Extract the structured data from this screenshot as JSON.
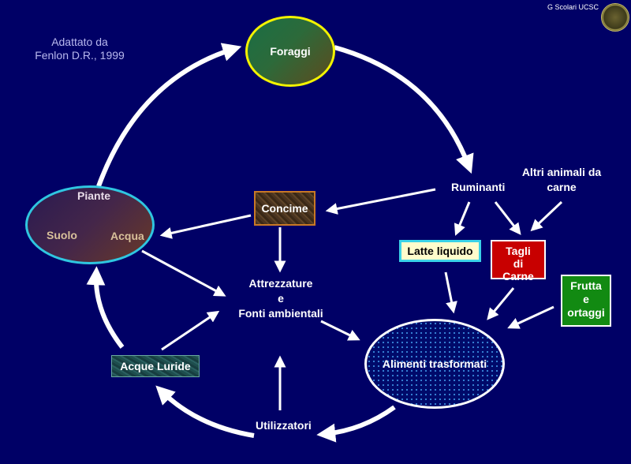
{
  "credit": {
    "line1": "Adattato da",
    "line2": "Fenlon D.R., 1999"
  },
  "signature": "G Scolari UCSC",
  "logo_icon": "university-seal-icon",
  "nodes": {
    "foraggi": "Foraggi",
    "piante": "Piante",
    "suolo": "Suolo",
    "acqua": "Acqua",
    "concime": "Concime",
    "ruminanti": "Ruminanti",
    "altri_animali": {
      "line1": "Altri animali da",
      "line2": "carne"
    },
    "latte_liquido": "Latte liquido",
    "tagli_di_carne": {
      "line1": "Tagli",
      "line2": "di",
      "line3": "Carne"
    },
    "frutta_ortaggi": {
      "line1": "Frutta",
      "line2": "e",
      "line3": "ortaggi"
    },
    "attrezzature": {
      "line1": "Attrezzature",
      "line2": "e",
      "line3": "Fonti ambientali"
    },
    "alimenti_trasformati": "Alimenti trasformati",
    "acque_luride": "Acque Luride",
    "utilizzatori": "Utilizzatori"
  },
  "colors": {
    "background": "#000066",
    "foraggi_border": "#f2f200",
    "piante_border": "#2fc6e0",
    "concime_border": "#c87826",
    "latte_fill": "#fffccc",
    "latte_border": "#3ad2e8",
    "tagli_fill": "#c80000",
    "frutta_fill": "#128a12",
    "arrow": "#ffffff"
  },
  "edges": [
    {
      "from": "Piante",
      "to": "Foraggi"
    },
    {
      "from": "Foraggi",
      "to": "Ruminanti"
    },
    {
      "from": "Ruminanti",
      "to": "Concime"
    },
    {
      "from": "Concime",
      "to": "Piante"
    },
    {
      "from": "Concime",
      "to": "Attrezzature e Fonti ambientali"
    },
    {
      "from": "Piante",
      "to": "Attrezzature e Fonti ambientali"
    },
    {
      "from": "Acque Luride",
      "to": "Attrezzature e Fonti ambientali"
    },
    {
      "from": "Attrezzature e Fonti ambientali",
      "to": "Alimenti trasformati"
    },
    {
      "from": "Ruminanti",
      "to": "Latte liquido"
    },
    {
      "from": "Ruminanti",
      "to": "Tagli di Carne"
    },
    {
      "from": "Altri animali da carne",
      "to": "Tagli di Carne"
    },
    {
      "from": "Latte liquido",
      "to": "Alimenti trasformati"
    },
    {
      "from": "Tagli di Carne",
      "to": "Alimenti trasformati"
    },
    {
      "from": "Frutta e ortaggi",
      "to": "Alimenti trasformati"
    },
    {
      "from": "Alimenti trasformati",
      "to": "Utilizzatori"
    },
    {
      "from": "Utilizzatori",
      "to": "Acque Luride"
    },
    {
      "from": "Utilizzatori",
      "to": "Attrezzature e Fonti ambientali"
    },
    {
      "from": "Acque Luride",
      "to": "Piante"
    },
    {
      "from": "Suolo",
      "to": "Piante"
    },
    {
      "from": "Piante",
      "to": "Suolo"
    }
  ]
}
